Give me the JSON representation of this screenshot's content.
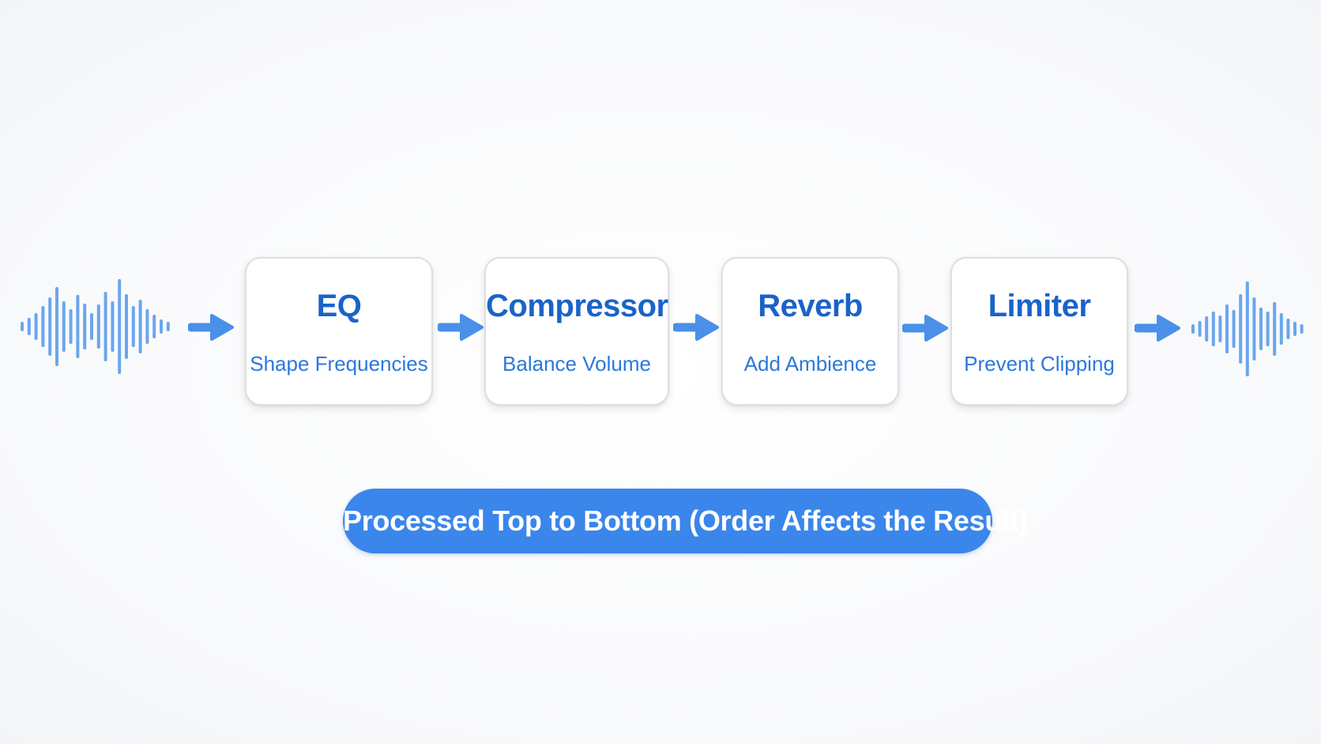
{
  "colors": {
    "accent": "#3b86ea",
    "title_text": "#1a63c9",
    "subtitle_text": "#2b78dc",
    "wave": "#6aa6ef",
    "arrow": "#4a90e8",
    "card_border": "#dcdfe4"
  },
  "icons": {
    "input": "audio-waveform-icon",
    "output": "audio-waveform-icon",
    "connector": "arrow-right-icon"
  },
  "chain": [
    {
      "title": "EQ",
      "subtitle": "Shape Frequencies"
    },
    {
      "title": "Compressor",
      "subtitle": "Balance Volume"
    },
    {
      "title": "Reverb",
      "subtitle": "Add Ambience"
    },
    {
      "title": "Limiter",
      "subtitle": "Prevent Clipping"
    }
  ],
  "footer": {
    "note": "Processed Top to Bottom (Order Affects the Result)"
  }
}
